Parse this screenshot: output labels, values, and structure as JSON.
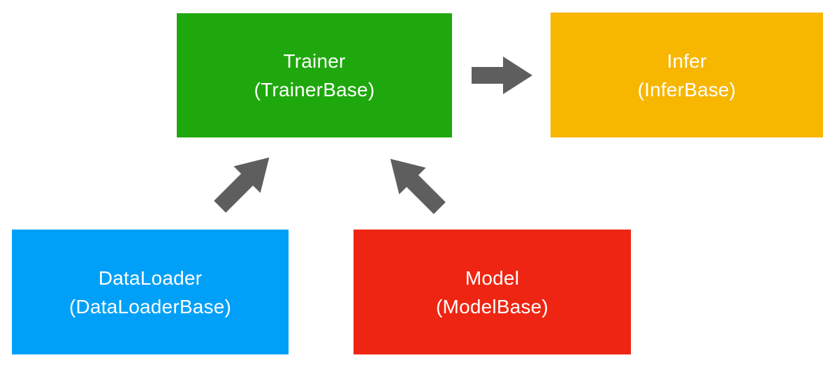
{
  "diagram": {
    "background_color": "#FFFFFF",
    "text_color": "#FFFFFF",
    "arrow_color": "#5E5E5E",
    "nodes": [
      {
        "id": "trainer",
        "label": "Trainer",
        "sublabel": "(TrainerBase)",
        "color": "#1FA80D"
      },
      {
        "id": "infer",
        "label": "Infer",
        "sublabel": "(InferBase)",
        "color": "#F7B600"
      },
      {
        "id": "dataloader",
        "label": "DataLoader",
        "sublabel": "(DataLoaderBase)",
        "color": "#00A0F8"
      },
      {
        "id": "model",
        "label": "Model",
        "sublabel": "(ModelBase)",
        "color": "#EE2512"
      }
    ],
    "edges": [
      {
        "from": "Trainer",
        "to": "Infer",
        "direction": "right"
      },
      {
        "from": "DataLoader",
        "to": "Trainer",
        "direction": "up-right"
      },
      {
        "from": "Model",
        "to": "Trainer",
        "direction": "up-left"
      }
    ]
  }
}
